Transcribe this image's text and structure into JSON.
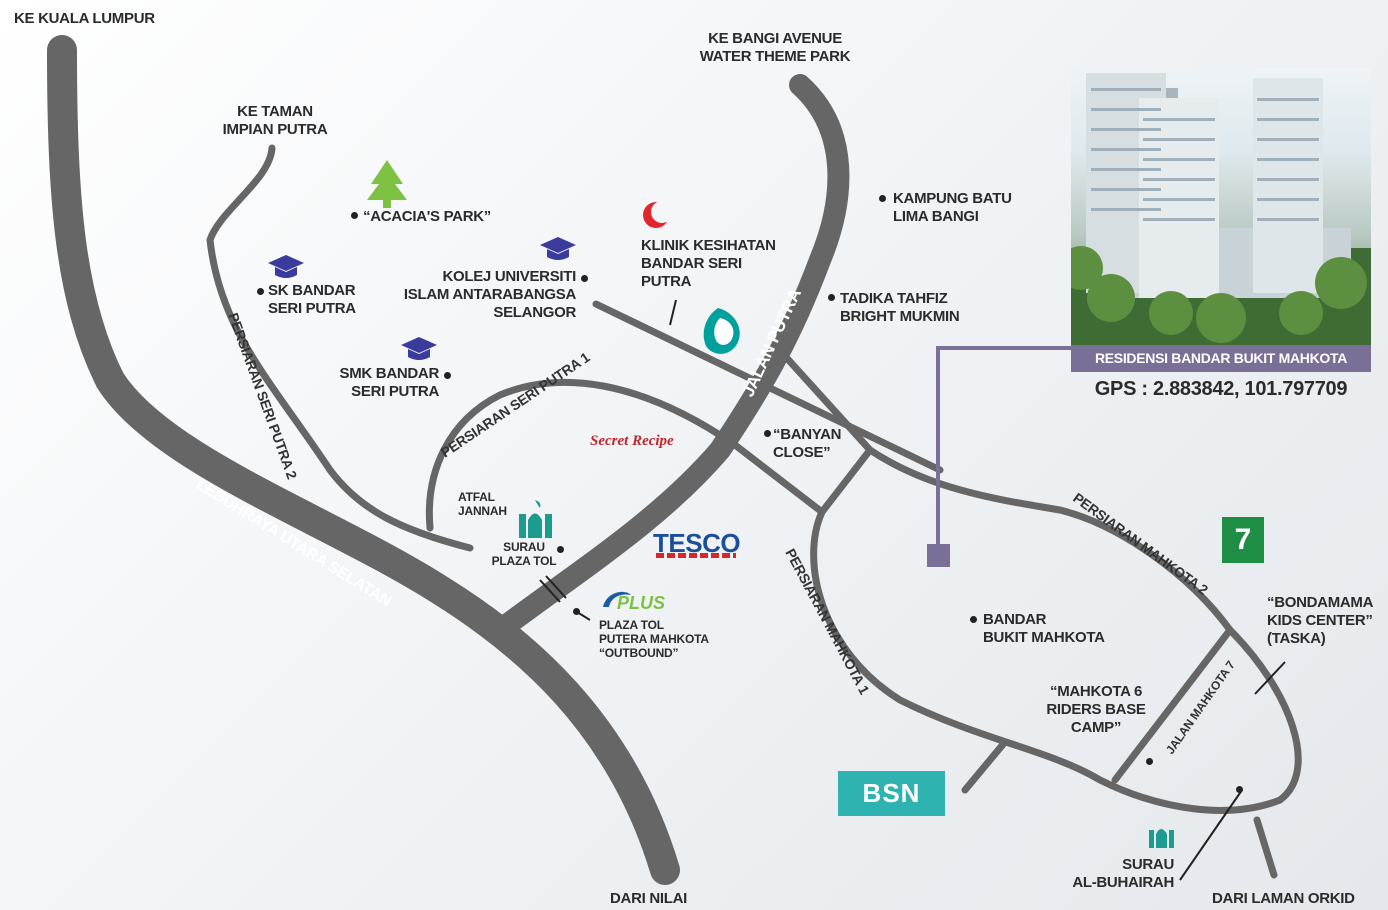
{
  "labels": {
    "ke_kl": "KE KUALA LUMPUR",
    "ke_bangi_1": "KE BANGI AVENUE",
    "ke_bangi_2": "WATER THEME PARK",
    "ke_taman_1": "KE TAMAN",
    "ke_taman_2": "IMPIAN PUTRA",
    "acacia": "“ACACIA'S PARK”",
    "kampung_1": "KAMPUNG BATU",
    "kampung_2": "LIMA BANGI",
    "klinik_1": "KLINIK KESIHATAN",
    "klinik_2": "BANDAR SERI",
    "klinik_3": "PUTRA",
    "kolej_1": "KOLEJ UNIVERSITI",
    "kolej_2": "ISLAM ANTARABANGSA",
    "kolej_3": "SELANGOR",
    "sk_1": "SK BANDAR",
    "sk_2": "SERI PUTRA",
    "tadika_1": "TADIKA TAHFIZ",
    "tadika_2": "BRIGHT MUKMIN",
    "smk_1": "SMK BANDAR",
    "smk_2": "SERI PUTRA",
    "banyan_1": "“BANYAN",
    "banyan_2": "CLOSE”",
    "atfal_1": "ATFAL",
    "atfal_2": "JANNAH",
    "surau_plaza_1": "SURAU",
    "surau_plaza_2": "PLAZA TOL",
    "plaza_tol_1": "PLAZA TOL",
    "plaza_tol_2": "PUTERA MAHKOTA",
    "plaza_tol_3": "“OUTBOUND”",
    "bandar_1": "BANDAR",
    "bandar_2": "BUKIT MAHKOTA",
    "bondamama_1": "“BONDAMAMA",
    "bondamama_2": "KIDS CENTER”",
    "bondamama_3": "(TASKA)",
    "riders_1": "“MAHKOTA 6",
    "riders_2": "RIDERS BASE",
    "riders_3": "CAMP”",
    "surau_al_1": "SURAU",
    "surau_al_2": "AL-BUHAIRAH",
    "dari_nilai": "DARI NILAI",
    "dari_laman": "DARI LAMAN ORKID"
  },
  "roads": {
    "jalan_putra": "JALAN PUTRA",
    "persiaran_seri_putra_2": "PERSIARAN SERI PUTRA 2",
    "persiaran_seri_putra_1": "PERSIARAN SERI PUTRA 1",
    "lebuhraya": "LEBUHRAYA UTARA SELATAN",
    "persiaran_mahkota_1": "PERSIARAN MAHKOTA 1",
    "persiaran_mahkota_2": "PERSIARAN MAHKOTA 2",
    "jalan_mahkota_7": "JALAN MAHKOTA 7"
  },
  "development": {
    "name": "RESIDENSI BANDAR BUKIT MAHKOTA",
    "gps": "GPS : 2.883842, 101.797709"
  },
  "logos": {
    "tesco": "TESCO",
    "secret_recipe": "Secret Recipe",
    "plus": "PLUS",
    "bsn": "BSN",
    "seven_eleven": "7"
  },
  "icons": {
    "school": "graduation-cap-icon",
    "park": "tree-icon",
    "clinic": "red-crescent-icon",
    "petrol": "petronas-icon",
    "mosque": "mosque-icon"
  },
  "colors": {
    "road": "#666666",
    "school": "#3b3b9e",
    "park": "#7dc242",
    "clinic": "#e1272d",
    "petronas": "#00a19c",
    "mosque": "#1b9c8e",
    "banner": "#7a6f96"
  }
}
